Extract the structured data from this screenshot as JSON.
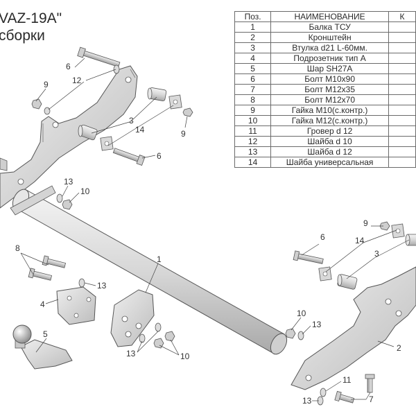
{
  "title": {
    "line1": "VAZ-19A\"",
    "line2": "сборки"
  },
  "table": {
    "header": {
      "pos": "Поз.",
      "name": "НАИМЕНОВАНИЕ",
      "extra": "К"
    },
    "rows": [
      {
        "pos": "1",
        "name": "Балка ТСУ"
      },
      {
        "pos": "2",
        "name": "Кронштейн"
      },
      {
        "pos": "3",
        "name": "Втулка d21 L-60мм."
      },
      {
        "pos": "4",
        "name": "Подрозетник тип А"
      },
      {
        "pos": "5",
        "name": "Шар SH27A"
      },
      {
        "pos": "6",
        "name": "Болт М10х90"
      },
      {
        "pos": "7",
        "name": "Болт М12х35"
      },
      {
        "pos": "8",
        "name": "Болт М12х70"
      },
      {
        "pos": "9",
        "name": "Гайка М10(с.контр.)"
      },
      {
        "pos": "10",
        "name": "Гайка М12(с.контр.)"
      },
      {
        "pos": "11",
        "name": "Гровер d 12"
      },
      {
        "pos": "12",
        "name": "Шайба d 10"
      },
      {
        "pos": "13",
        "name": "Шайба d 12"
      },
      {
        "pos": "14",
        "name": "Шайба универсальная"
      }
    ]
  },
  "callouts": [
    {
      "id": "c6a",
      "text": "6"
    },
    {
      "id": "c12",
      "text": "12"
    },
    {
      "id": "c9a",
      "text": "9"
    },
    {
      "id": "c3a",
      "text": "3"
    },
    {
      "id": "c14a",
      "text": "14"
    },
    {
      "id": "c9b",
      "text": "9"
    },
    {
      "id": "c6b",
      "text": "6"
    },
    {
      "id": "c13a",
      "text": "13"
    },
    {
      "id": "c10a",
      "text": "10"
    },
    {
      "id": "c8",
      "text": "8"
    },
    {
      "id": "c13b",
      "text": "13"
    },
    {
      "id": "c4",
      "text": "4"
    },
    {
      "id": "c1",
      "text": "1"
    },
    {
      "id": "c5",
      "text": "5"
    },
    {
      "id": "c13c",
      "text": "13"
    },
    {
      "id": "c10b",
      "text": "10"
    },
    {
      "id": "c10c",
      "text": "10"
    },
    {
      "id": "c13d",
      "text": "13"
    },
    {
      "id": "c9c",
      "text": "9"
    },
    {
      "id": "c6c",
      "text": "6"
    },
    {
      "id": "c14b",
      "text": "14"
    },
    {
      "id": "c3b",
      "text": "3"
    },
    {
      "id": "c2",
      "text": "2"
    },
    {
      "id": "c11",
      "text": "11"
    },
    {
      "id": "c13e",
      "text": "13"
    },
    {
      "id": "c7",
      "text": "7"
    }
  ]
}
